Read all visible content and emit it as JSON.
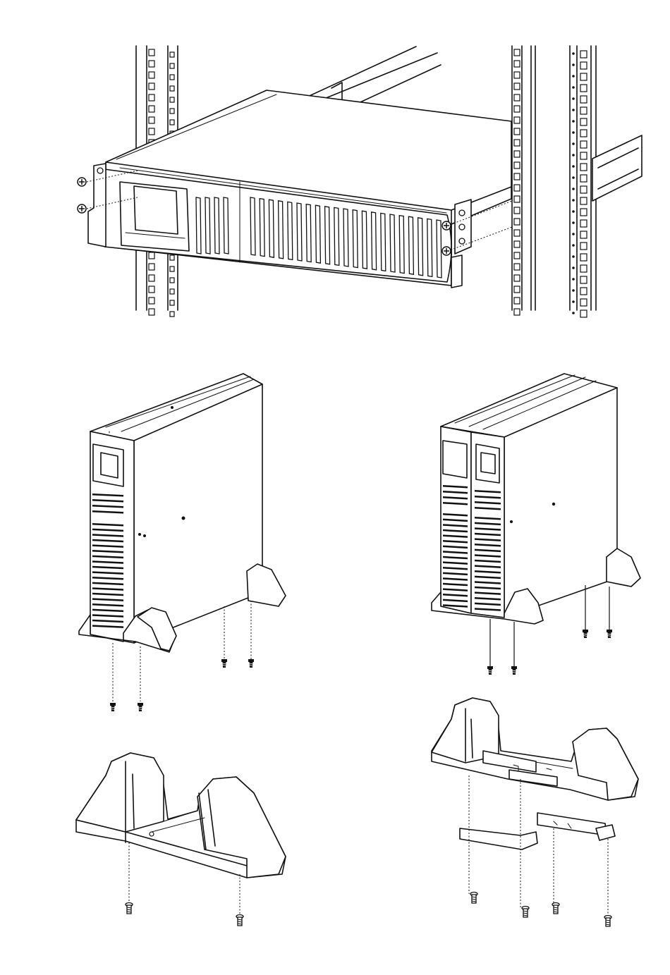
{
  "figure": {
    "panels": [
      "rack-mount-installation",
      "single-unit-tower-stand",
      "unit-with-battery-pack-tower-stand",
      "stand-assembly-single",
      "stand-assembly-extended"
    ]
  }
}
